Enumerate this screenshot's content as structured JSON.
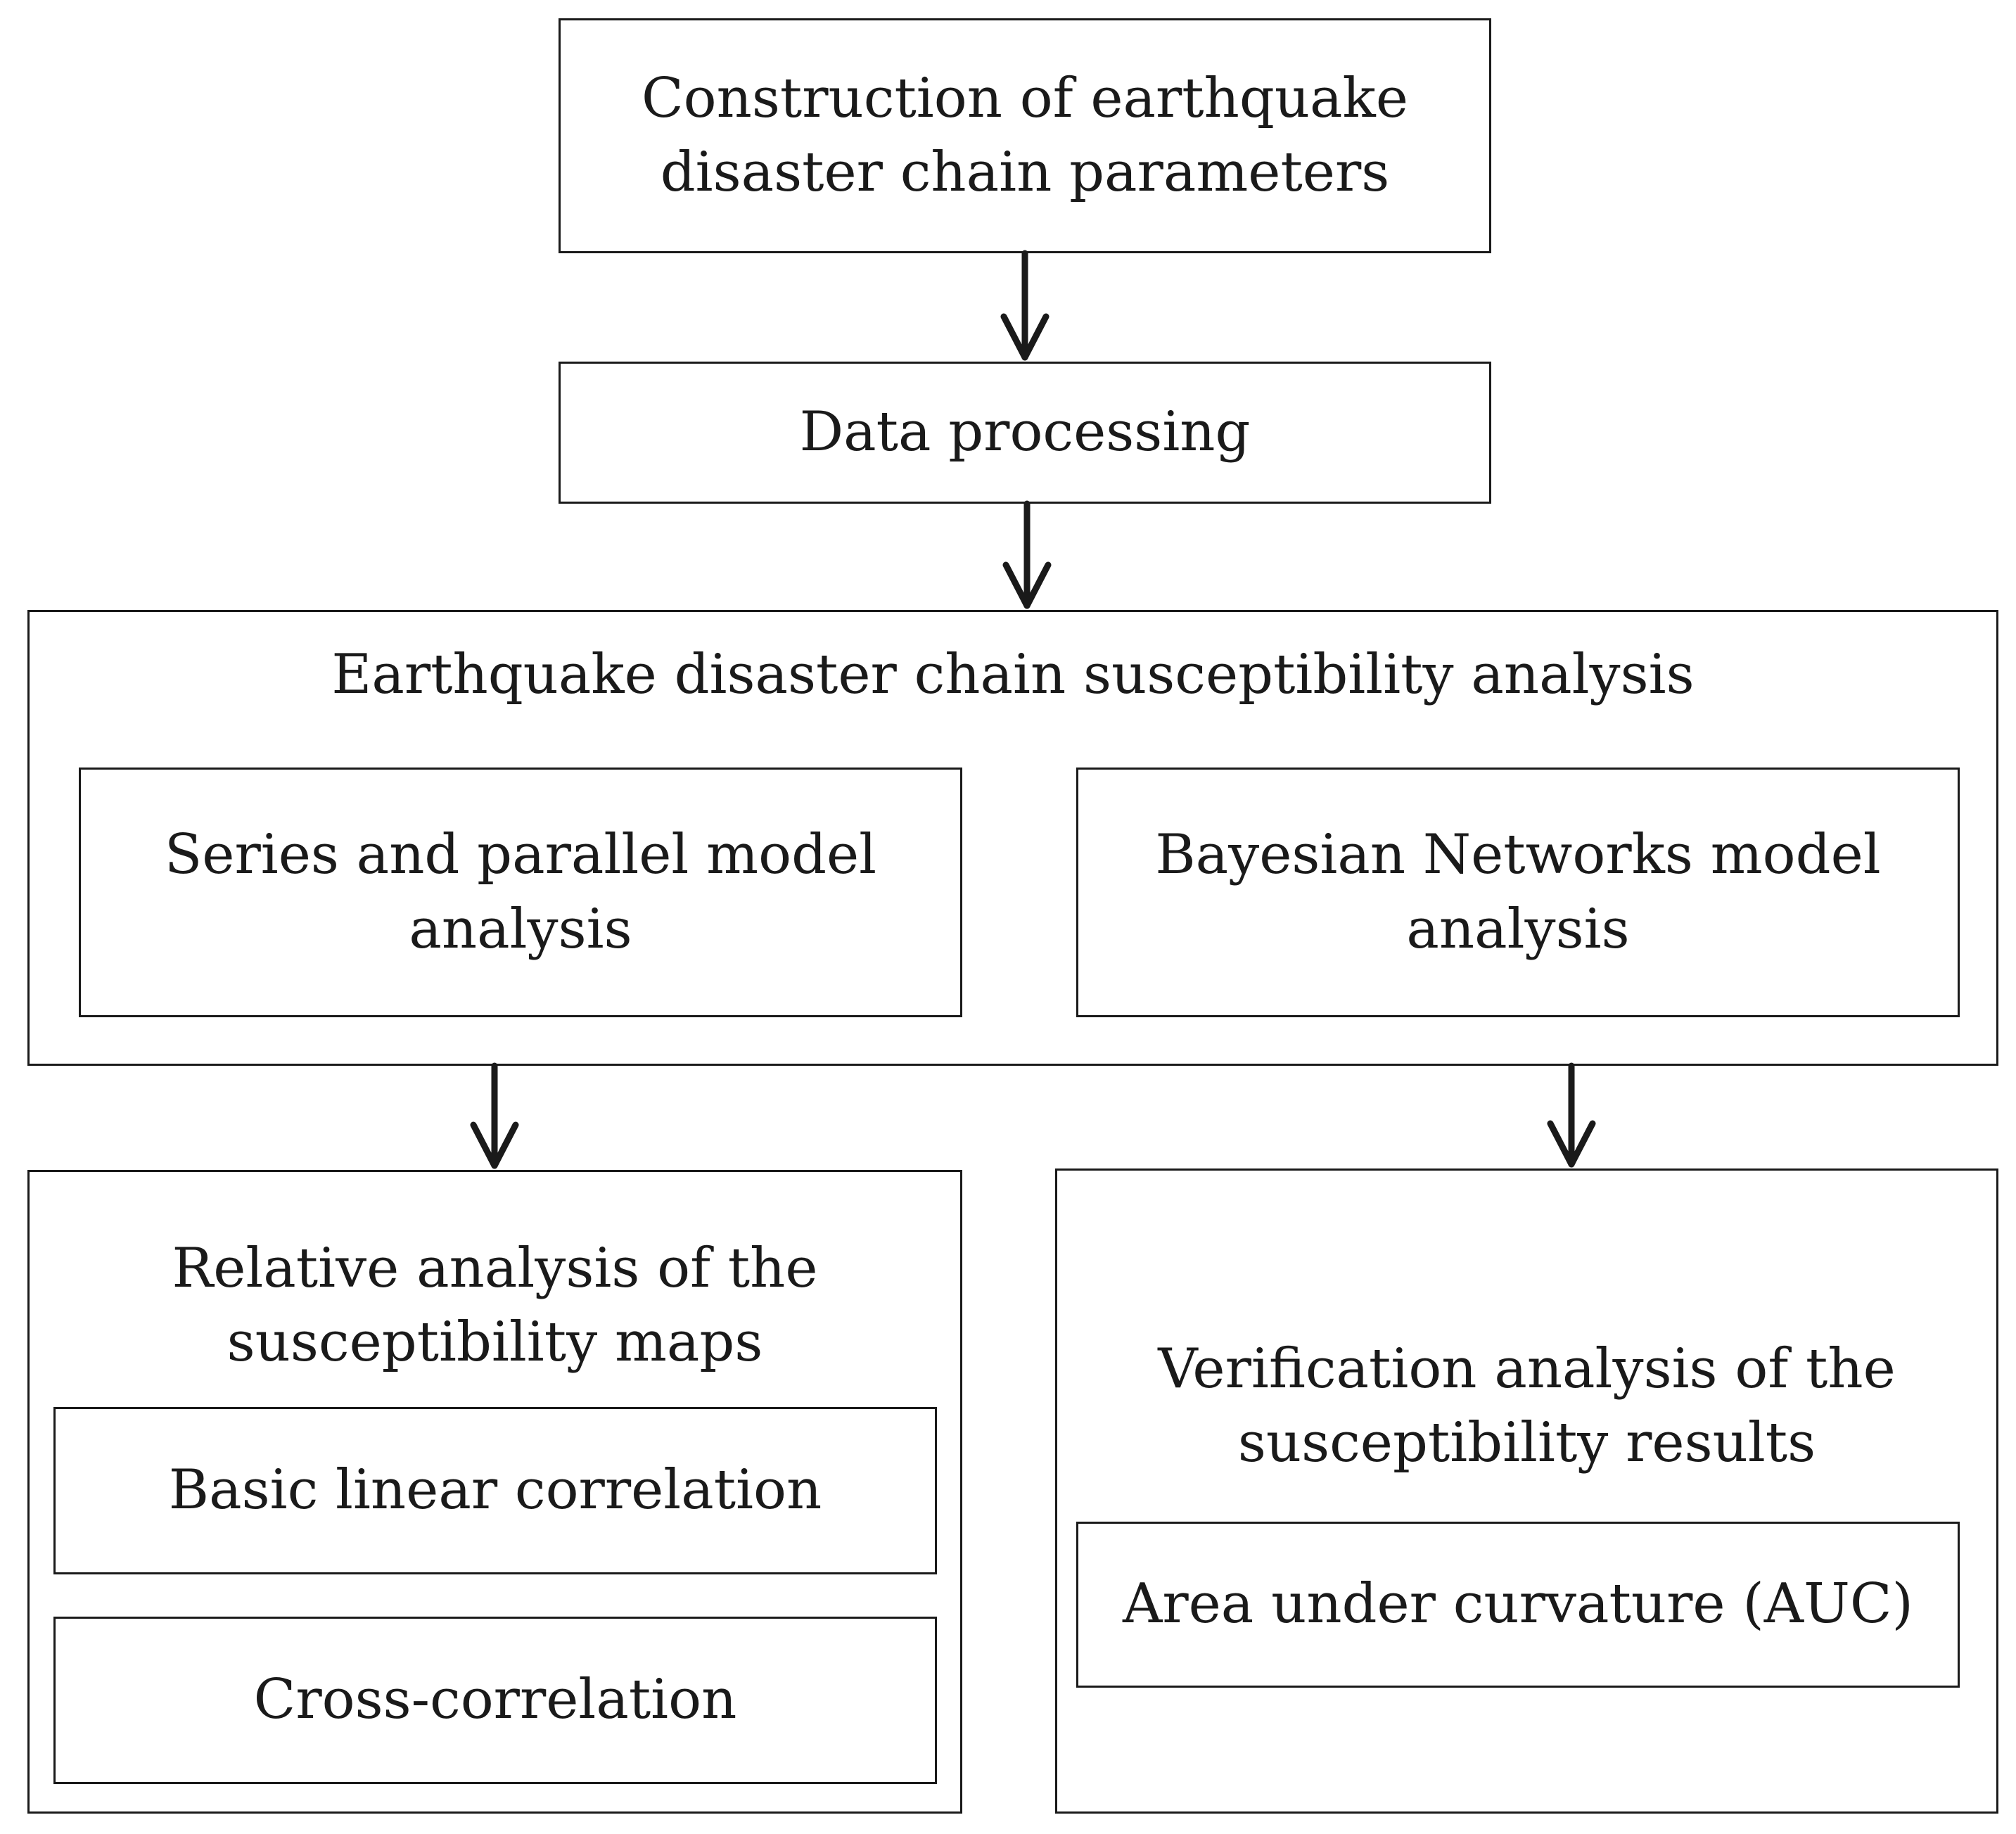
{
  "nodes": {
    "construction": "Construction of earthquake\ndisaster chain parameters",
    "data_processing": "Data processing",
    "susceptibility_analysis": "Earthquake disaster chain susceptibility analysis",
    "series_parallel": "Series and parallel model\nanalysis",
    "bayesian": "Bayesian Networks model\nanalysis",
    "relative_analysis": "Relative analysis of the\nsusceptibility maps",
    "basic_linear": "Basic linear correlation",
    "cross_correlation": "Cross-correlation",
    "verification": "Verification analysis of the\nsusceptibility results",
    "auc": "Area under curvature (AUC)"
  }
}
